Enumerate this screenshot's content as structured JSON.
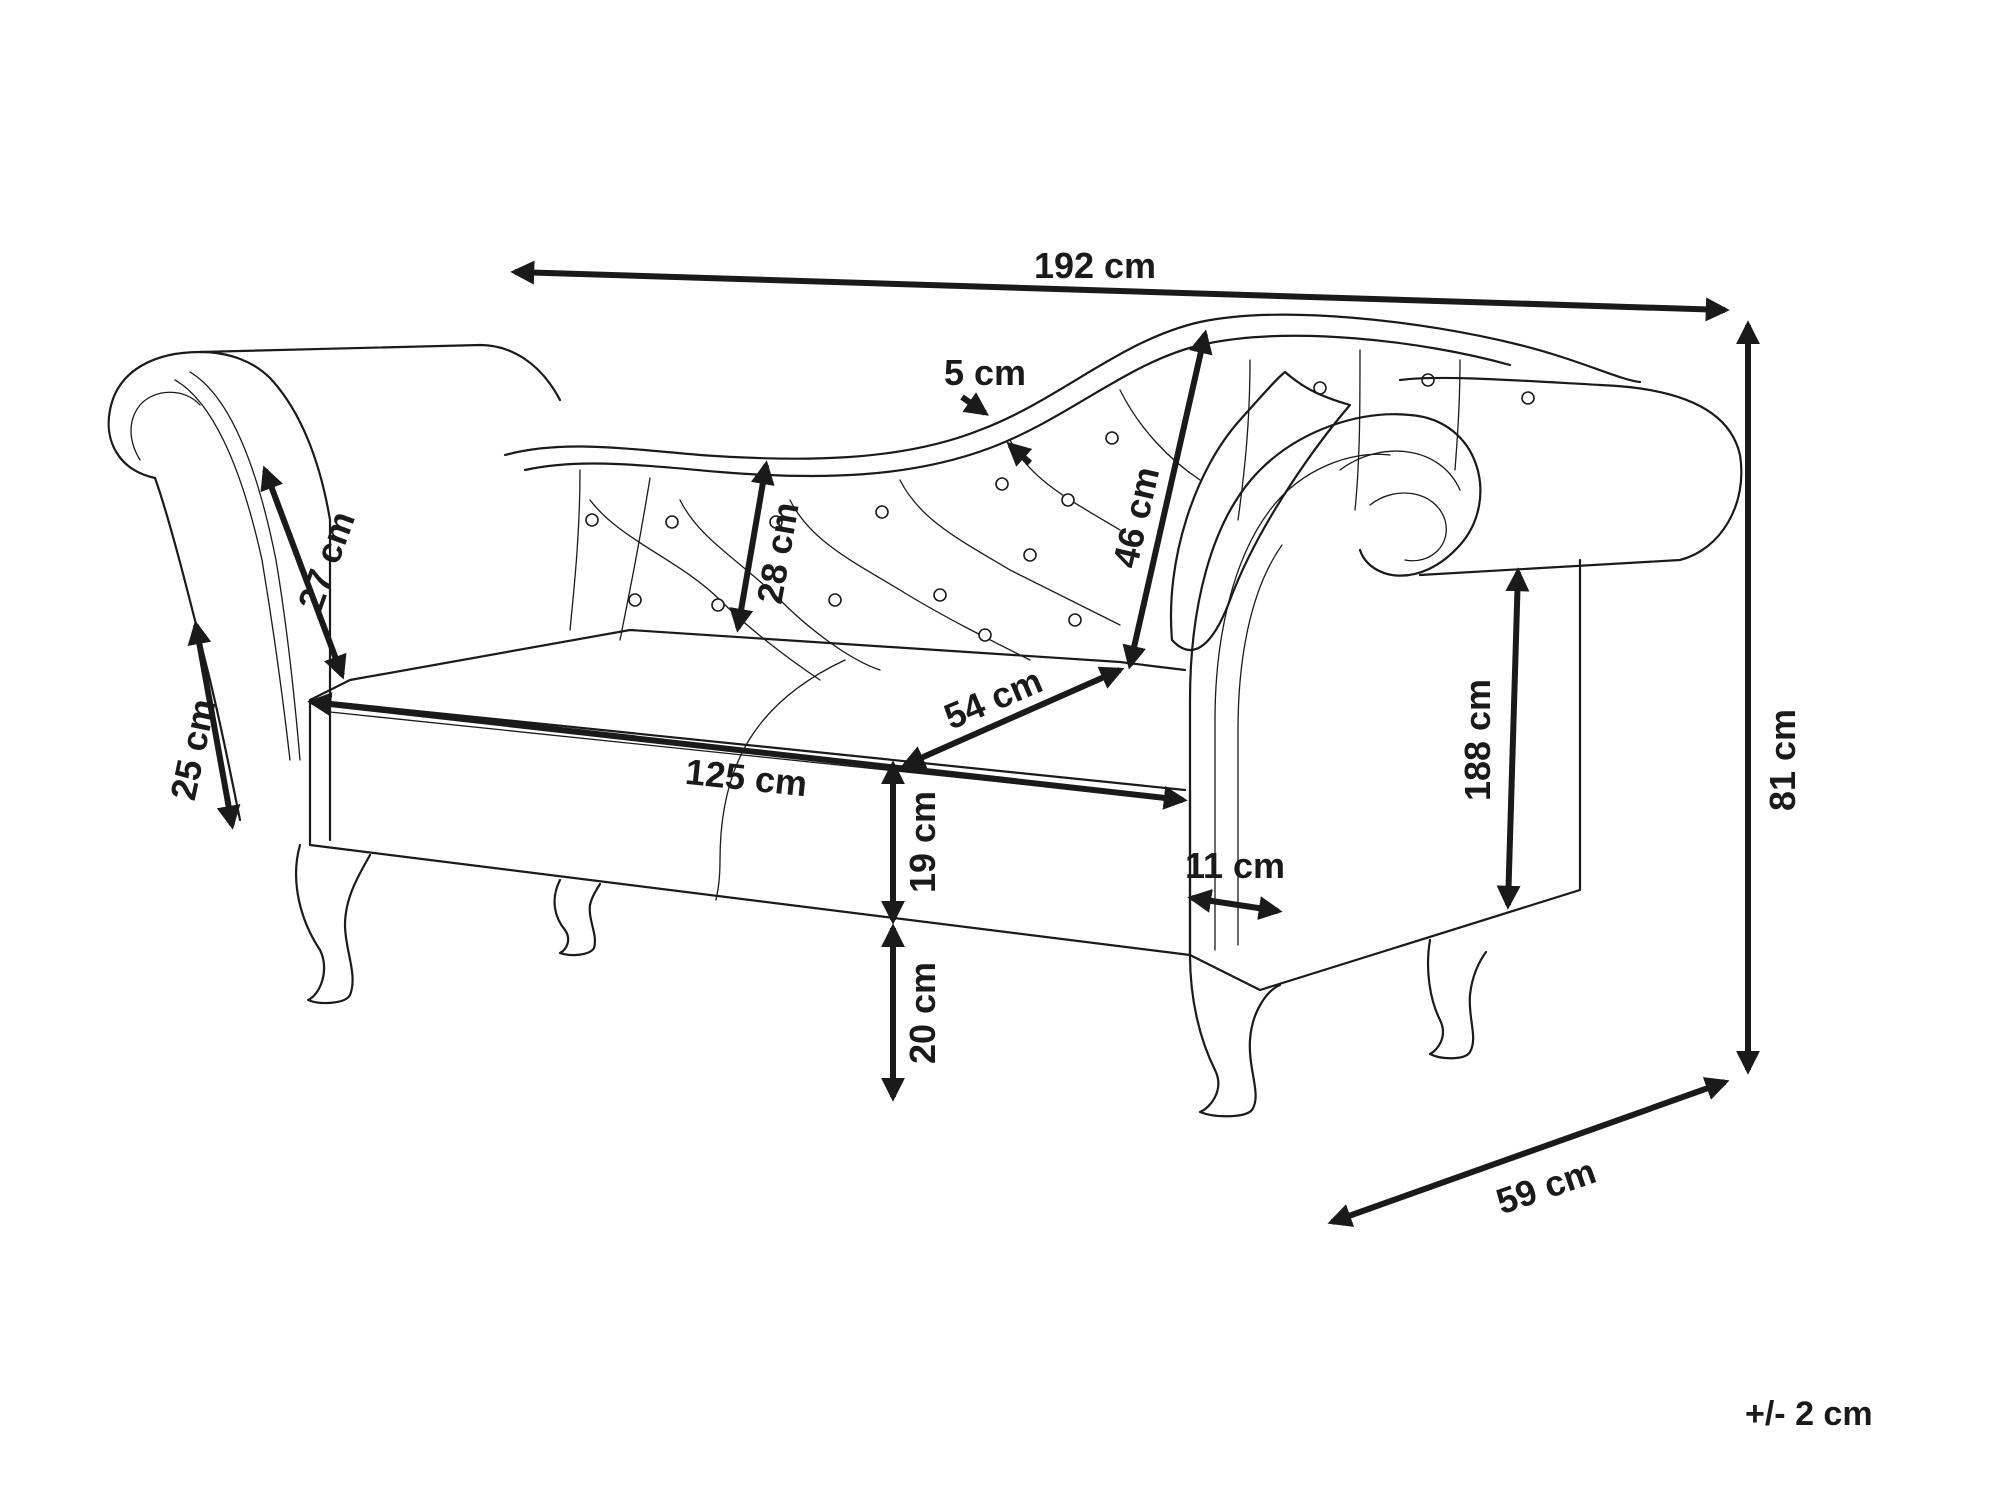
{
  "dimensions": {
    "total_width": "192 cm",
    "total_height": "81 cm",
    "depth": "59 cm",
    "backrest_thickness": "5 cm",
    "backrest_height_high": "46 cm",
    "backrest_height_low": "28 cm",
    "armrest_height_left": "27 cm",
    "armrest_side_left": "25 cm",
    "seat_depth": "54 cm",
    "seat_width": "125 cm",
    "seat_thickness": "19 cm",
    "leg_height": "20 cm",
    "armrest_width": "11 cm",
    "armrest_side_right": "188 cm"
  },
  "tolerance": "+/- 2 cm"
}
